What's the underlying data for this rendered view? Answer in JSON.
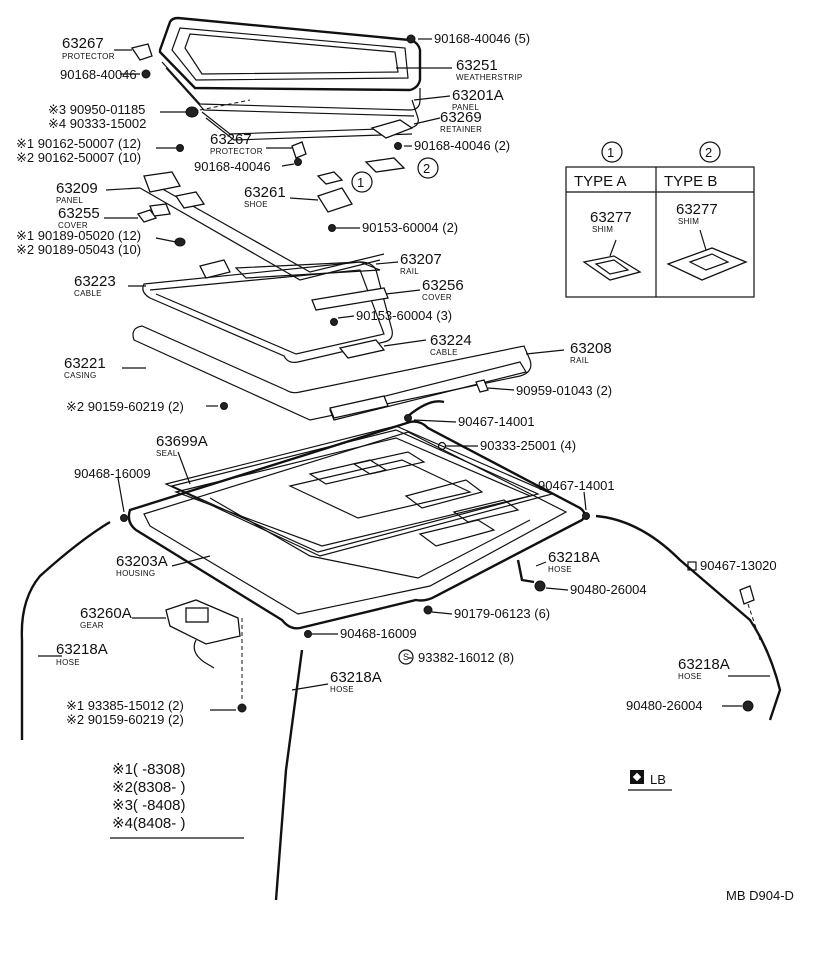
{
  "labels": {
    "p63267a": "63267",
    "p63267a_n": "PROTECTOR",
    "p90168a": "90168-40046",
    "p90168top": "90168-40046 (5)",
    "p63251": "63251",
    "p63251_n": "WEATHERSTRIP",
    "p63201a": "63201A",
    "p63201a_n": "PANEL",
    "p90950": "※3 90950-01185",
    "p90333a": "※4 90333-15002",
    "p63269": "63269",
    "p63269_n": "RETAINER",
    "p90162a": "※1 90162-50007 (12)",
    "p90162b": "※2 90162-50007 (10)",
    "p63267b": "63267",
    "p63267b_n": "PROTECTOR",
    "p90168b": "90168-40046",
    "p90168c": "90168-40046 (2)",
    "p63209": "63209",
    "p63209_n": "PANEL",
    "p63261": "63261",
    "p63261_n": "SHOE",
    "p63255": "63255",
    "p63255_n": "COVER",
    "p90189a": "※1 90189-05020 (12)",
    "p90189b": "※2 90189-05043 (10)",
    "p90153a": "90153-60004 (2)",
    "p63207": "63207",
    "p63207_n": "RAIL",
    "p63223": "63223",
    "p63223_n": "CABLE",
    "p63256": "63256",
    "p63256_n": "COVER",
    "p90153b": "90153-60004 (3)",
    "p63224": "63224",
    "p63224_n": "CABLE",
    "p63208": "63208",
    "p63208_n": "RAIL",
    "p63221": "63221",
    "p63221_n": "CASING",
    "p90959": "90959-01043 (2)",
    "p90159a": "※2 90159-60219 (2)",
    "p90467a": "90467-14001",
    "p90333b": "90333-25001 (4)",
    "p63699a": "63699A",
    "p63699a_n": "SEAL",
    "p90468a": "90468-16009",
    "p90467b": "90467-14001",
    "p63203a": "63203A",
    "p63203a_n": "HOUSING",
    "p63218a1": "63218A",
    "p63218a1_n": "HOSE",
    "p90467c": "90467-13020",
    "p90480a": "90480-26004",
    "p63260a": "63260A",
    "p63260a_n": "GEAR",
    "p90179": "90179-06123 (6)",
    "p90468b": "90468-16009",
    "p63218a2": "63218A",
    "p63218a2_n": "HOSE",
    "p93382": "93382-16012 (8)",
    "p63218a3": "63218A",
    "p63218a3_n": "HOSE",
    "p63218a4": "63218A",
    "p63218a4_n": "HOSE",
    "p93385": "※1 93385-15012 (2)",
    "p90159b": "※2 90159-60219 (2)",
    "p90480b": "90480-26004",
    "s_mark": "S",
    "circle1": "1",
    "circle2": "2"
  },
  "legend_box": {
    "col1_circle": "1",
    "col2_circle": "2",
    "col1_type": "TYPE A",
    "col2_type": "TYPE B",
    "col1_part": "63277",
    "col1_part_n": "SHIM",
    "col2_part": "63277",
    "col2_part_n": "SHIM"
  },
  "footnotes": {
    "n1": "※1(        -8308)",
    "n2": "※2(8308-        )",
    "n3": "※3(        -8408)",
    "n4": "※4(8408-        )"
  },
  "lb_mark": "LB",
  "diagram_code": "MB D904-D"
}
